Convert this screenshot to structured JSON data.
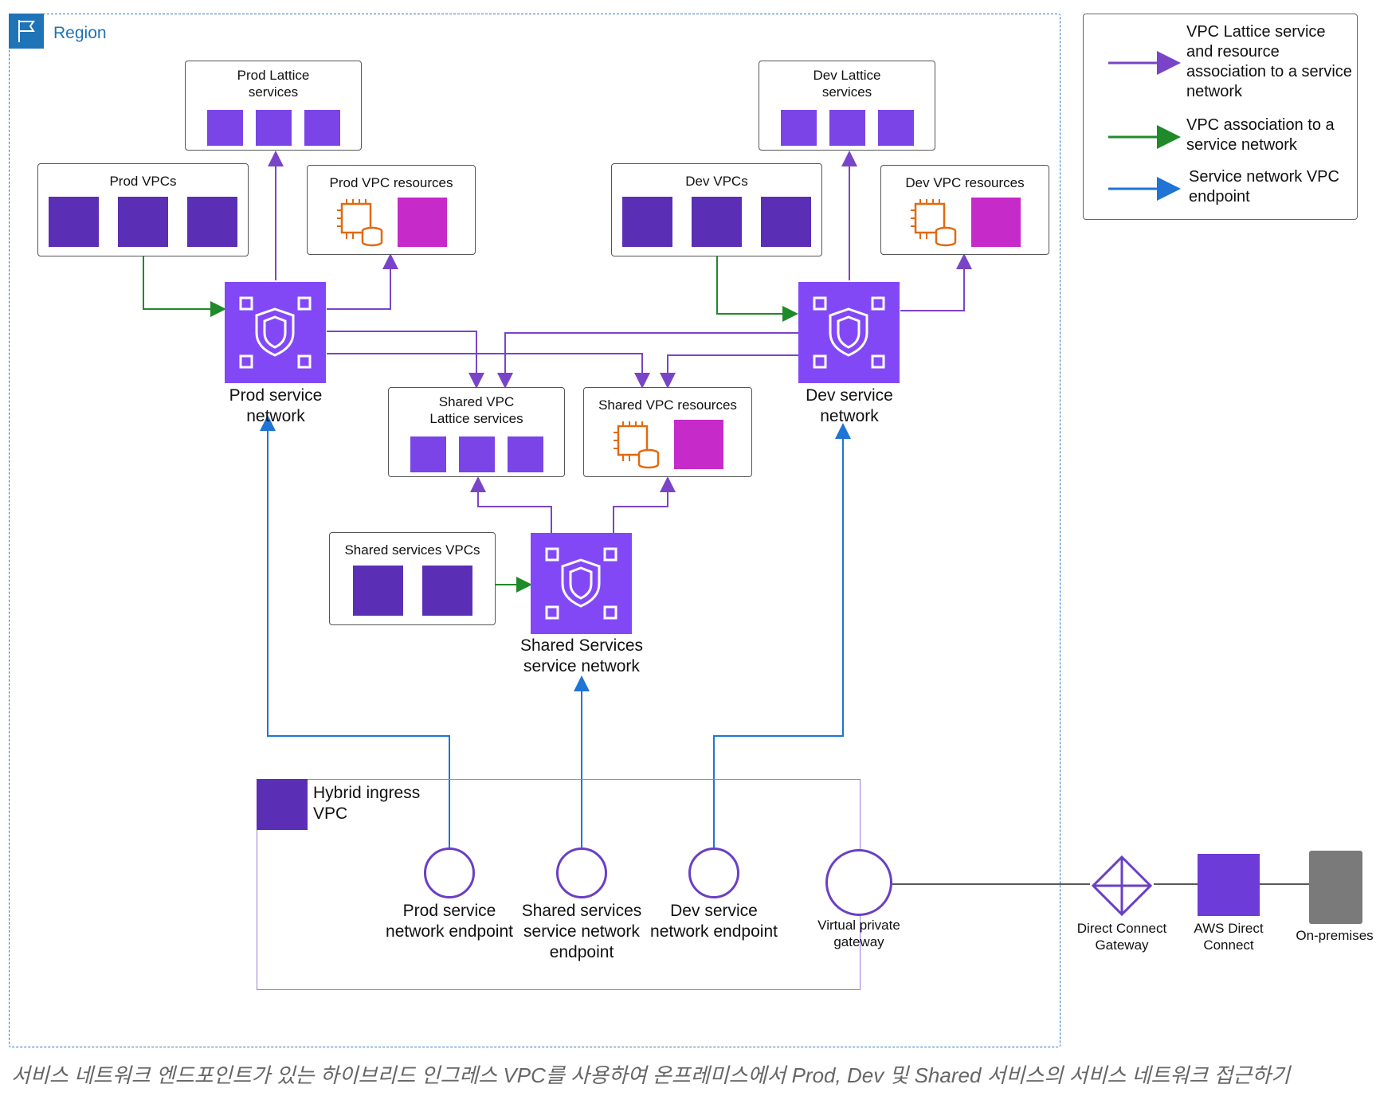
{
  "region": {
    "label": "Region"
  },
  "legend": [
    {
      "text": "VPC Lattice service and resource association to a service network",
      "color": "#7a44c8"
    },
    {
      "text": "VPC association to a service network",
      "color": "#1f8a2a"
    },
    {
      "text": "Service network VPC endpoint",
      "color": "#1f74d6"
    }
  ],
  "boxes": {
    "prod_lattice": "Prod Lattice services",
    "prod_vpcs": "Prod VPCs",
    "prod_resources": "Prod VPC resources",
    "dev_lattice": "Dev Lattice services",
    "dev_vpcs": "Dev VPCs",
    "dev_resources": "Dev VPC resources",
    "shared_lattice": "Shared VPC Lattice services",
    "shared_resources": "Shared VPC resources",
    "shared_vpcs": "Shared services VPCs"
  },
  "networks": {
    "prod": "Prod service network",
    "dev": "Dev service network",
    "shared": "Shared Services service network"
  },
  "hybrid": {
    "title": "Hybrid ingress VPC",
    "prod_endpoint": "Prod service network endpoint",
    "shared_endpoint": "Shared services service network endpoint",
    "dev_endpoint": "Dev service network endpoint",
    "vpg": "Virtual private gateway"
  },
  "external": {
    "dx_gateway": "Direct Connect Gateway",
    "dx": "AWS Direct Connect",
    "onprem": "On-premises"
  },
  "caption": "서비스 네트워크 엔드포인트가 있는 하이브리드 인그레스 VPC를 사용하여 온프레미스에서 Prod, Dev 및 Shared 서비스의 서비스 네트워크 접근하기",
  "colors": {
    "association": "#7a44c8",
    "vpc_association": "#1f8a2a",
    "endpoint": "#1f74d6"
  }
}
